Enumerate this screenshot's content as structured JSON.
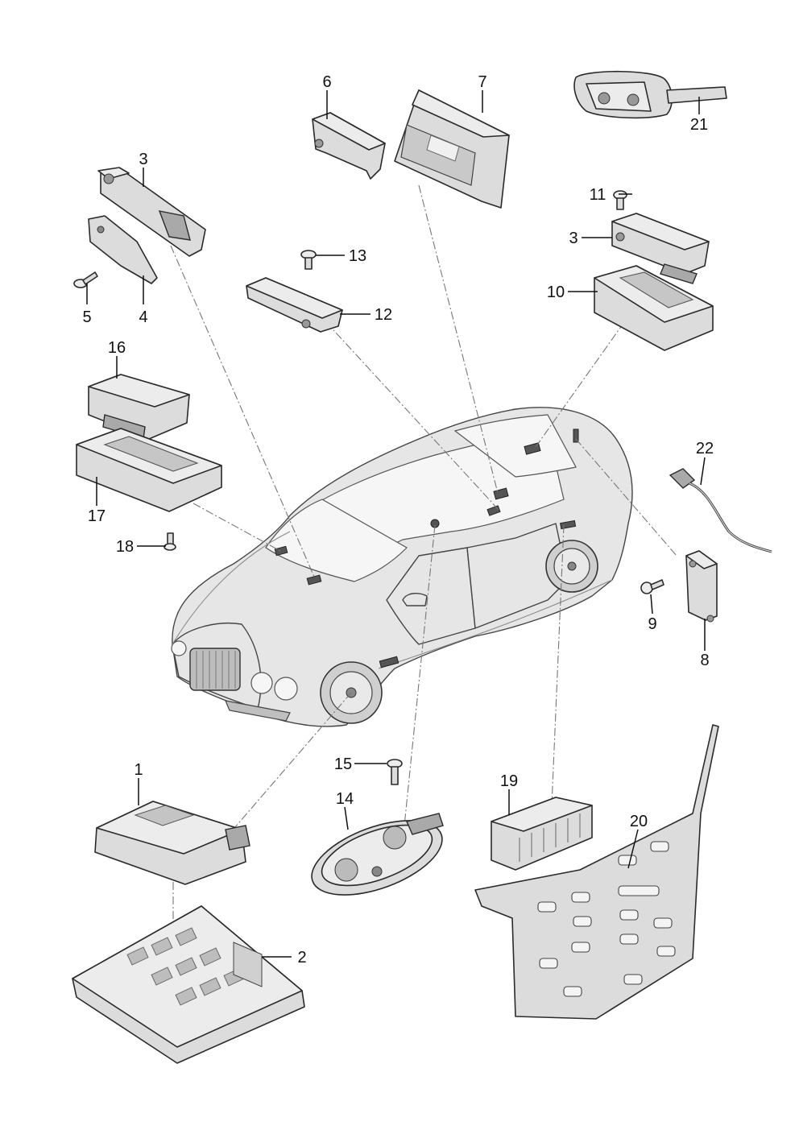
{
  "callouts": {
    "n1": "1",
    "n2": "2",
    "n3": "3",
    "n3b": "3",
    "n4": "4",
    "n5": "5",
    "n6": "6",
    "n7": "7",
    "n8": "8",
    "n9": "9",
    "n10": "10",
    "n11": "11",
    "n12": "12",
    "n13": "13",
    "n14": "14",
    "n15": "15",
    "n16": "16",
    "n17": "17",
    "n18": "18",
    "n19": "19",
    "n20": "20",
    "n21": "21",
    "n22": "22"
  },
  "colors": {
    "part_fill": "#dcdcdc",
    "line": "#111111",
    "dash": "#777777"
  }
}
